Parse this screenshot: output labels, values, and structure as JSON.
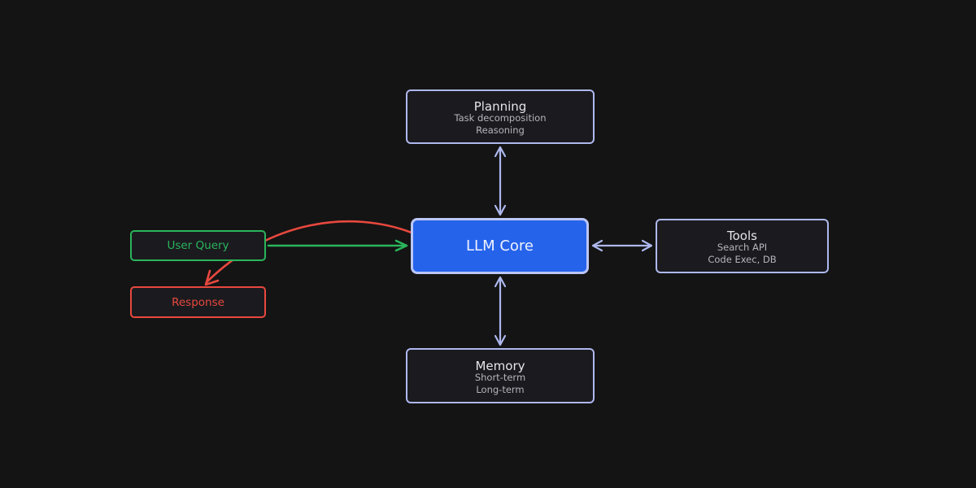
{
  "diagram": {
    "nodes": {
      "planning": {
        "title": "Planning",
        "lines": [
          "Task decomposition",
          "Reasoning"
        ]
      },
      "llm_core": {
        "title": "LLM Core"
      },
      "tools": {
        "title": "Tools",
        "lines": [
          "Search API",
          "Code Exec, DB"
        ]
      },
      "memory": {
        "title": "Memory",
        "lines": [
          "Short-term",
          "Long-term"
        ]
      },
      "user_query": {
        "title": "User Query"
      },
      "response": {
        "title": "Response"
      }
    },
    "edges": [
      {
        "from": "planning",
        "to": "llm_core",
        "direction": "bidirectional",
        "color_key": "edge_default"
      },
      {
        "from": "llm_core",
        "to": "tools",
        "direction": "bidirectional",
        "color_key": "edge_default"
      },
      {
        "from": "llm_core",
        "to": "memory",
        "direction": "bidirectional",
        "color_key": "edge_default"
      },
      {
        "from": "user_query",
        "to": "llm_core",
        "direction": "forward",
        "shape": "straight",
        "color_key": "input"
      },
      {
        "from": "llm_core",
        "to": "response",
        "direction": "forward",
        "shape": "curved",
        "color_key": "output"
      }
    ],
    "colors": {
      "background": "#141414",
      "node_fill": "#1b1b1f",
      "node_border": "#aeb8ee",
      "core_fill": "#2563eb",
      "core_border": "#bcc6f5",
      "core_text": "#eef2ff",
      "title_text": "#e6e6ea",
      "sub_text": "#b4b4bb",
      "edge_default": "#aeb8ee",
      "input": "#2ab55c",
      "output": "#e8483e"
    }
  }
}
